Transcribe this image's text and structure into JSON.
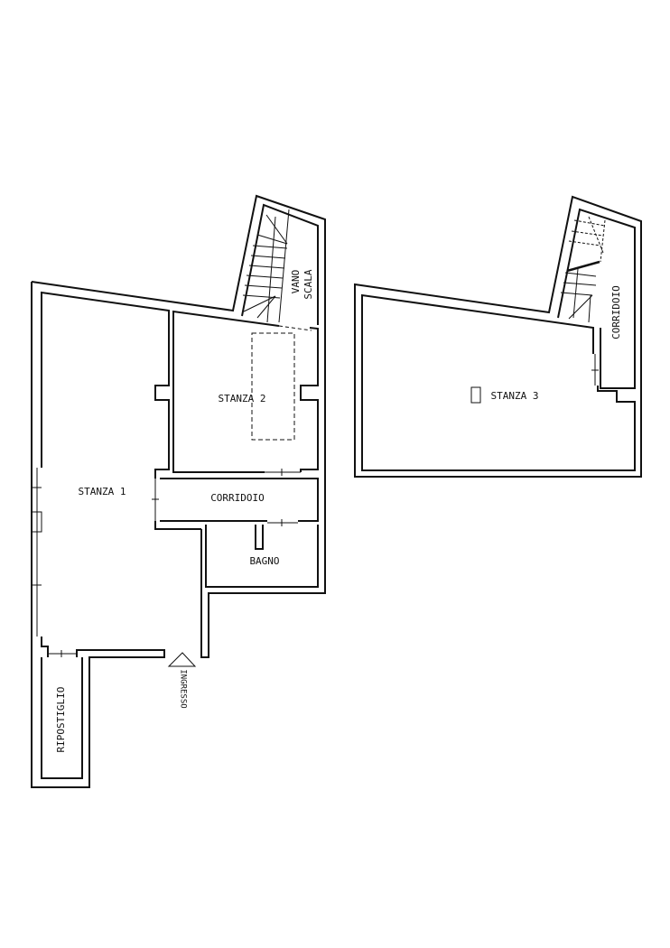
{
  "ground_floor": {
    "rooms": {
      "stanza1": "STANZA 1",
      "stanza2": "STANZA 2",
      "corridoio": "CORRIDOIO",
      "bagno": "BAGNO",
      "vano": "VANO",
      "scala": "SCALA",
      "ripostiglio": "RIPOSTIGLIO"
    },
    "entrance": "INGRESSO"
  },
  "upper_floor": {
    "rooms": {
      "stanza3": "STANZA 3",
      "corridoio": "CORRIDOIO"
    }
  },
  "colors": {
    "line": "#111111",
    "background": "#ffffff"
  }
}
